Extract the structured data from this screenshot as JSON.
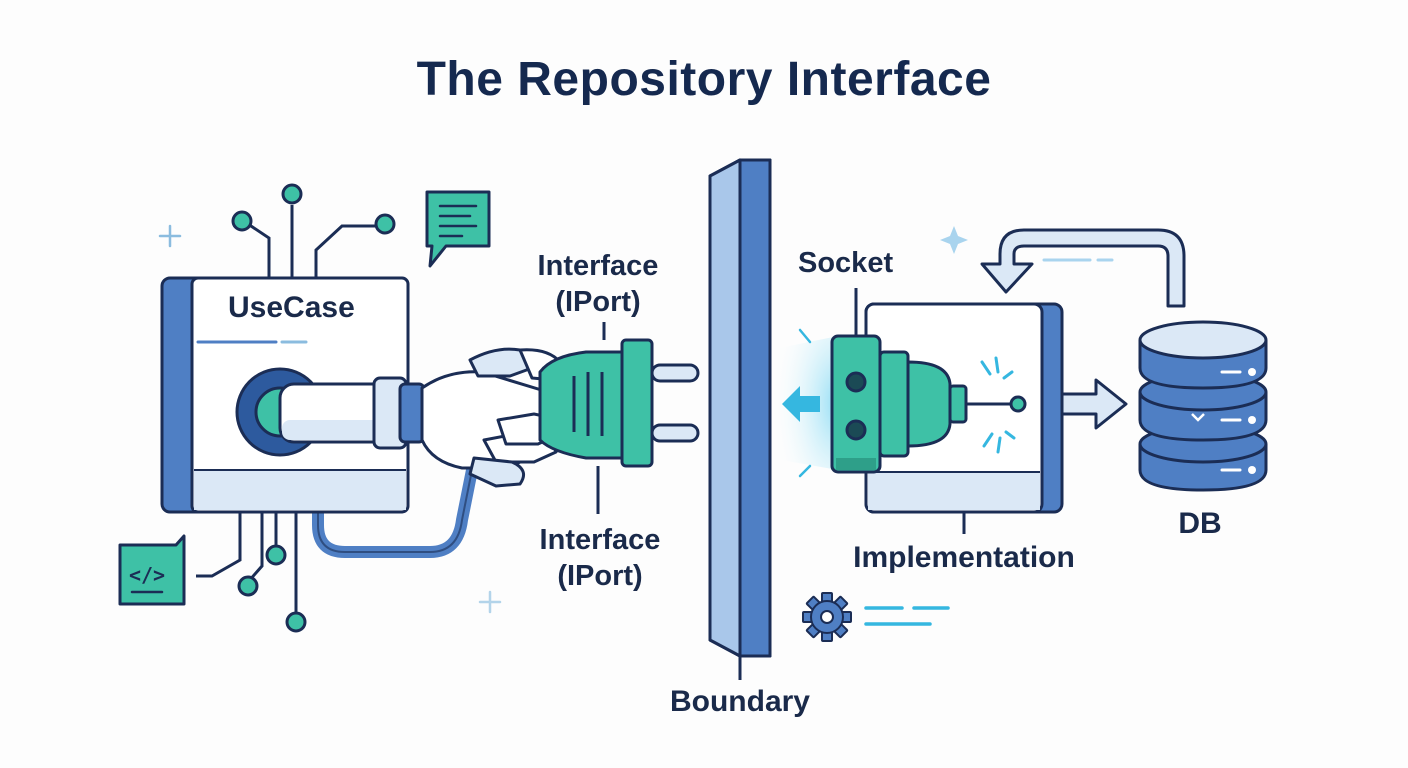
{
  "title": "The Repository Interface",
  "labels": {
    "usecase": "UseCase",
    "interface_top": [
      "Interface",
      "(IPort)"
    ],
    "interface_bottom": [
      "Interface",
      "(IPort)"
    ],
    "boundary": "Boundary",
    "socket": "Socket",
    "implementation": "Implementation",
    "db": "DB"
  },
  "icons": {
    "chat_bubble": "chat-bubble-icon",
    "code_tag": "code-icon",
    "gear": "gear-icon",
    "database": "database-icon"
  },
  "colors": {
    "navy": "#15294f",
    "outline": "#1b2d55",
    "blue": "#4f7fc4",
    "light_blue": "#dbe8f6",
    "teal": "#3ec1a6",
    "cyan": "#35b7e0"
  }
}
